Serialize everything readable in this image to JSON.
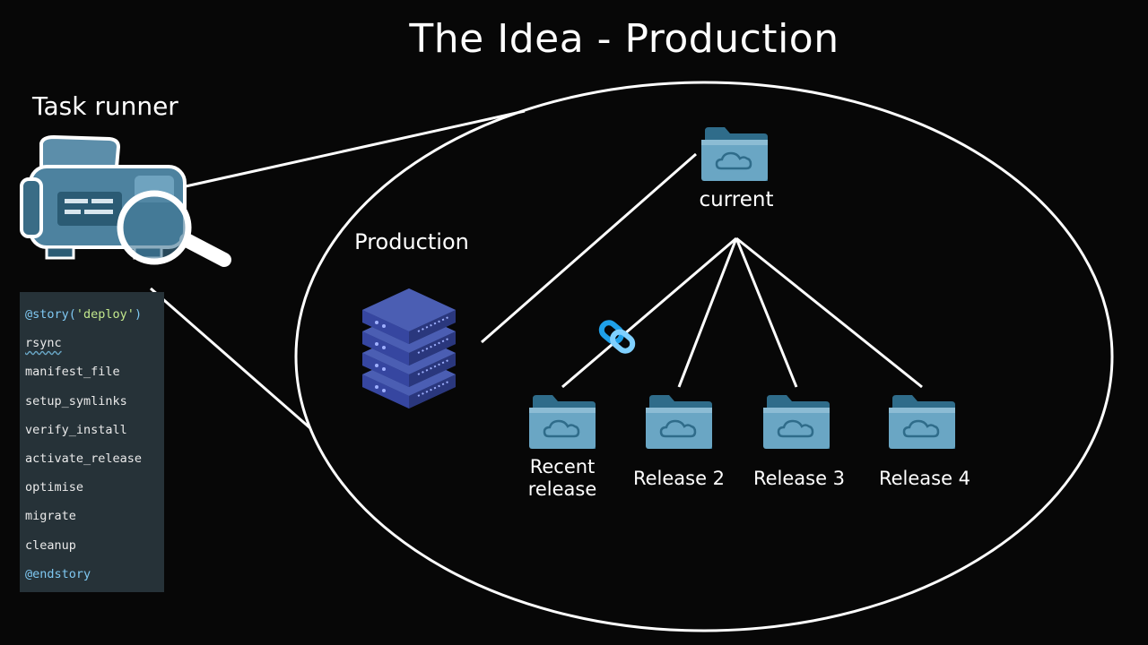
{
  "title": "The Idea - Production",
  "task_runner": {
    "label": "Task runner"
  },
  "code": {
    "lines": [
      {
        "text": "@story(",
        "extra": "'deploy'",
        "tail": ")",
        "kind": "directive"
      },
      {
        "text": "rsync",
        "kind": "plain"
      },
      {
        "text": "manifest_file",
        "kind": "plain"
      },
      {
        "text": "setup_symlinks",
        "kind": "plain"
      },
      {
        "text": "verify_install",
        "kind": "plain"
      },
      {
        "text": "activate_release",
        "kind": "plain"
      },
      {
        "text": "optimise",
        "kind": "plain"
      },
      {
        "text": "migrate",
        "kind": "plain"
      },
      {
        "text": "cleanup",
        "kind": "plain"
      },
      {
        "text": "@endstory",
        "kind": "directive"
      }
    ]
  },
  "server": {
    "label": "Production",
    "icon": "server-stack-icon"
  },
  "folders": {
    "current": {
      "label": "current",
      "icon": "cloud-folder-icon"
    },
    "recent": {
      "label_line1": "Recent",
      "label_line2": "release",
      "icon": "cloud-folder-icon"
    },
    "release2": {
      "label": "Release 2",
      "icon": "cloud-folder-icon"
    },
    "release3": {
      "label": "Release 3",
      "icon": "cloud-folder-icon"
    },
    "release4": {
      "label": "Release 4",
      "icon": "cloud-folder-icon"
    }
  },
  "symlink": {
    "icon": "chain-link-icon"
  },
  "colors": {
    "background": "#070707",
    "code_bg": "#263238",
    "folder_light": "#5f9cbd",
    "folder_dark": "#2f6c8a",
    "server_blue": "#3d4fa0",
    "link_blue": "#1fa0e8"
  }
}
